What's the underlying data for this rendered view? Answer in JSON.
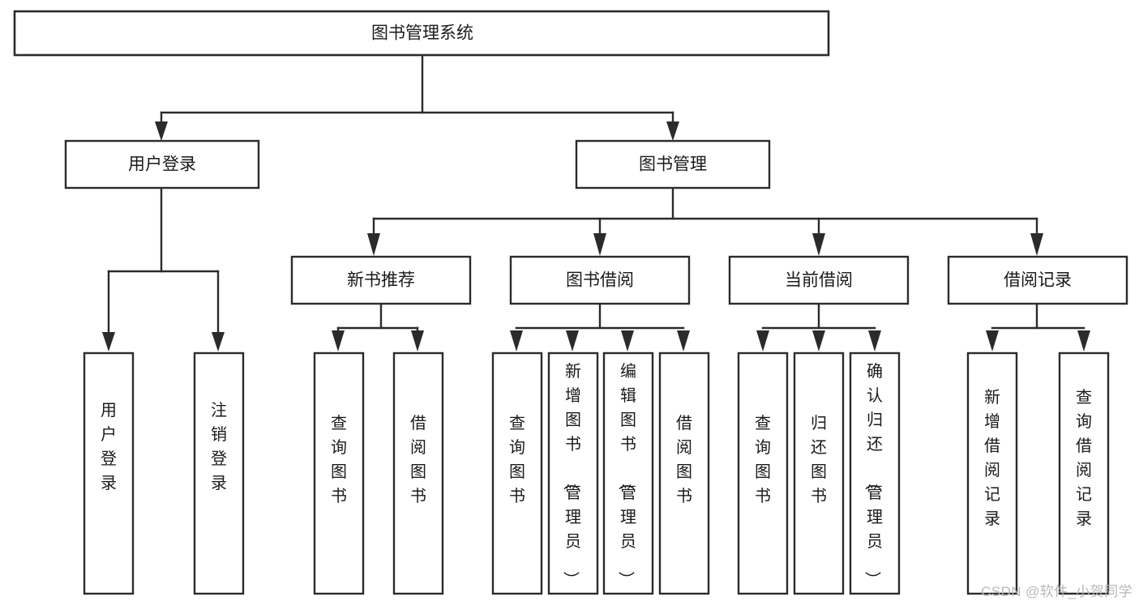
{
  "diagram": {
    "type": "tree-hierarchy-chart",
    "title": "图书管理系统",
    "orientation": "top-down",
    "colors": {
      "box_stroke": "#2b2b2b",
      "box_fill": "#ffffff",
      "text": "#1a1a1a",
      "background": "#ffffff",
      "watermark": "#b8b8b8"
    },
    "root": {
      "label": "图书管理系统"
    },
    "level2": [
      {
        "label": "用户登录"
      },
      {
        "label": "图书管理"
      }
    ],
    "level3": [
      {
        "label": "新书推荐"
      },
      {
        "label": "图书借阅"
      },
      {
        "label": "当前借阅"
      },
      {
        "label": "借阅记录"
      }
    ],
    "leaves": {
      "user_login": [
        {
          "label": "用户登录"
        },
        {
          "label": "注销登录"
        }
      ],
      "new_book_recommend": [
        {
          "label": "查询图书"
        },
        {
          "label": "借阅图书"
        }
      ],
      "book_borrow": [
        {
          "label": "查询图书"
        },
        {
          "label": "新增图书（管理员）"
        },
        {
          "label": "编辑图书（管理员）"
        },
        {
          "label": "借阅图书"
        }
      ],
      "current_borrow": [
        {
          "label": "查询图书"
        },
        {
          "label": "归还图书"
        },
        {
          "label": "确认归还（管理员）"
        }
      ],
      "borrow_record": [
        {
          "label": "新增借阅记录"
        },
        {
          "label": "查询借阅记录"
        }
      ]
    },
    "watermark": "CSDN @软件_小贺同学"
  }
}
